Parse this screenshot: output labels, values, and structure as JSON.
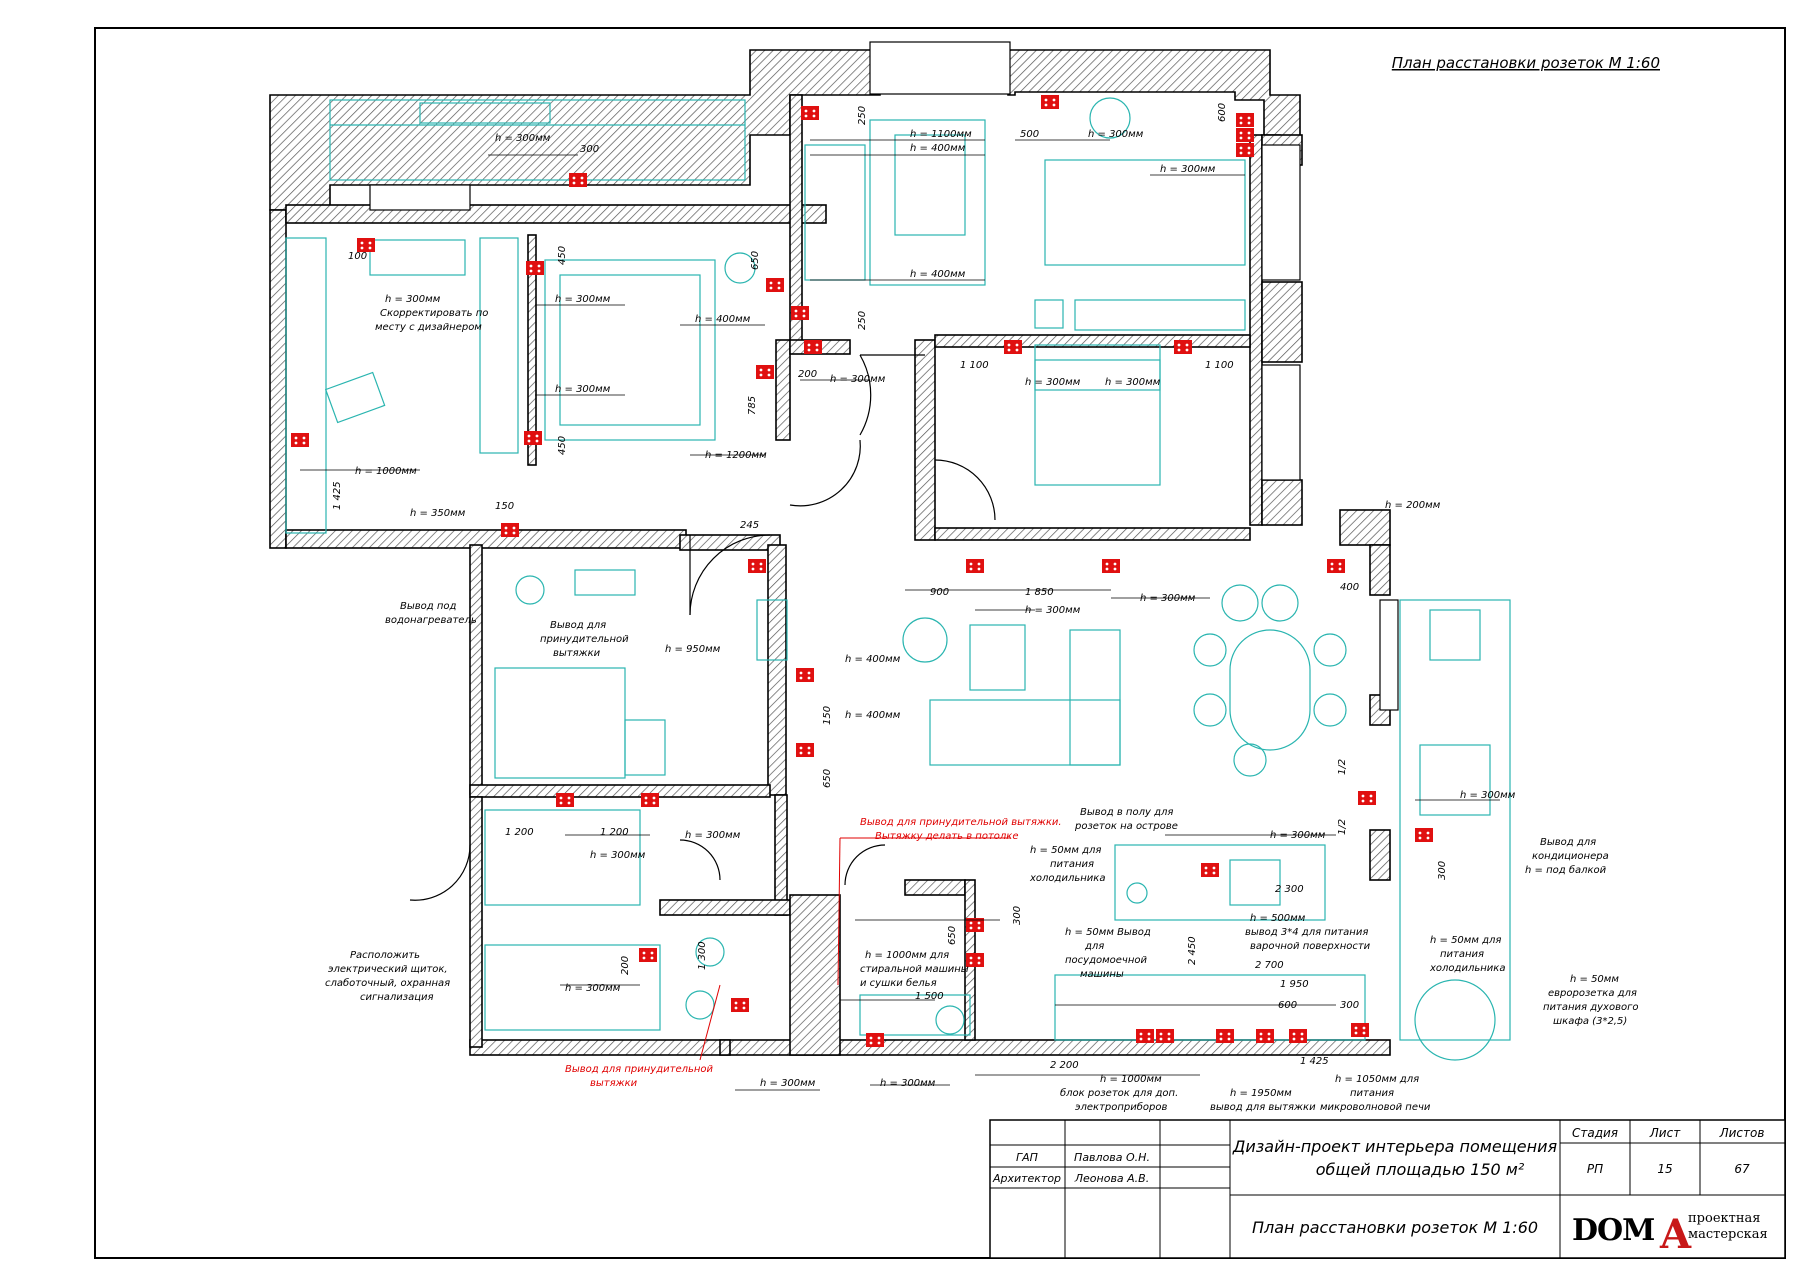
{
  "sheet_title": "План расстановки розеток М 1:60",
  "colors": {
    "wall": "#000000",
    "wall_hatch": "#555555",
    "furniture": "#2ab5b0",
    "socket": "#e01010",
    "annotation_red": "#e00000"
  },
  "labels": {
    "top_balcony_h": "h = 300мм",
    "top_balcony_dim": "300",
    "mb_h1100": "h = 1100мм",
    "mb_h400a": "h = 400мм",
    "mb_h400b": "h = 400мм",
    "mb_250a": "250",
    "mb_250b": "250",
    "mb_500": "500",
    "mb_h300a": "h = 300мм",
    "mb_600": "600",
    "mb_h300b": "h = 300мм",
    "c1_100": "100",
    "c1_h300": "h = 300мм",
    "c1_note": "Скорректировать по",
    "c1_note2": "месту с дизайнером",
    "c1_h1000": "h = 1000мм",
    "c1_1425": "1 425",
    "c1_h350": "h = 350мм",
    "c1_150": "150",
    "c2_450a": "450",
    "c2_650": "650",
    "c2_h300a": "h = 300мм",
    "c2_h400": "h = 400мм",
    "c2_h300b": "h = 300мм",
    "c2_450b": "450",
    "c2_785": "785",
    "c2_h1200": "h = 1200мм",
    "hall_200": "200",
    "hall_h300": "h = 300мм",
    "b2_1100a": "1 100",
    "b2_h300a": "h = 300мм",
    "b2_h300b": "h = 300мм",
    "b2_1100b": "1 100",
    "lr_h200": "h = 200мм",
    "lr_400": "400",
    "lr_900": "900",
    "lr_1850": "1 850",
    "lr_h300a": "h = 300мм",
    "lr_h300b": "h = 300мм",
    "bath_note1": "Вывод под",
    "bath_note2": "водонагреватель",
    "bath_ex1": "Вывод для",
    "bath_ex2": "принудительной",
    "bath_ex3": "вытяжки",
    "bath_h950": "h = 950мм",
    "bath_245": "245",
    "bath_h400a": "h = 400мм",
    "bath_h400b": "h = 400мм",
    "bath_150": "150",
    "bath_650": "650",
    "red_note1": "Вывод для принудительной вытяжки.",
    "red_note2": "Вытяжку делать в потолке",
    "wd_1200a": "1 200",
    "wd_1200b": "1 200",
    "wd_h300a": "h = 300мм",
    "wd_h300b": "h = 300мм",
    "el_note1": "Расположить",
    "el_note2": "электрический щиток,",
    "el_note3": "слаботочный, охранная",
    "el_note4": "сигнализация",
    "el_200": "200",
    "el_h300": "h = 300мм",
    "wc_1300": "1 300",
    "red_note3": "Вывод для принудительной",
    "red_note4": "вытяжки",
    "wc_h300": "h = 300мм",
    "ln_h1000a": "h = 1000мм для",
    "ln_h1000b": "стиральной машины",
    "ln_h1000c": "и сушки белья",
    "ln_650": "650",
    "ln_1500": "1 500",
    "ln_h300": "h = 300мм",
    "k_fr1": "h = 50мм для",
    "k_fr2": "питания",
    "k_fr3": "холодильника",
    "k_300": "300",
    "k_floor1": "Вывод в полу для",
    "k_floor2": "розеток на острове",
    "k_h300": "h = 300мм",
    "k_2300": "2 300",
    "k_h500": "h = 500мм",
    "k_hob1": "вывод 3*4 для питания",
    "k_hob2": "варочной поверхности",
    "k_dw1": "h = 50мм Вывод",
    "k_dw2": "для",
    "k_dw3": "посудомоечной",
    "k_dw4": "машины",
    "k_2450": "2 450",
    "k_2700": "2 700",
    "k_1950": "1 950",
    "k_600": "600",
    "k_300b": "300",
    "k_1425": "1 425",
    "k_2200": "2 200",
    "k_blk1": "h = 1000мм",
    "k_blk2": "блок розеток для доп.",
    "k_blk3": "электроприборов",
    "k_hood1": "h = 1950мм",
    "k_hood2": "вывод для вытяжки",
    "k_mw1": "h = 1050мм для",
    "k_mw2": "питания",
    "k_mw3": "микроволновой печи",
    "k_fr4": "h = 50мм для",
    "k_fr5": "питания",
    "k_fr6": "холодильника",
    "k_ov1": "h = 50мм",
    "k_ov2": "евророзетка для",
    "k_ov3": "питания духового",
    "k_ov4": "шкафа (3*2,5)",
    "lr_half1": "1/2",
    "lr_half2": "1/2",
    "bal_h300": "h = 300мм",
    "bal_300": "300",
    "ac1": "Вывод для",
    "ac2": "кондиционера",
    "ac3": "h = под балкой"
  },
  "title_block": {
    "role1": "ГАП",
    "name1": "Павлова О.Н.",
    "role2": "Архитектор",
    "name2": "Леонова А.В.",
    "project1": "Дизайн-проект интерьера помещения",
    "project2": "общей площадью 150 м²",
    "drawing": "План расстановки розеток М 1:60",
    "col_stage": "Стадия",
    "col_sheet": "Лист",
    "col_sheets": "Листов",
    "stage": "РП",
    "sheet": "15",
    "sheets": "67",
    "logo_main": "DOM",
    "logo_letter": "A",
    "logo_line1": "проектная",
    "logo_line2": "мастерская"
  }
}
